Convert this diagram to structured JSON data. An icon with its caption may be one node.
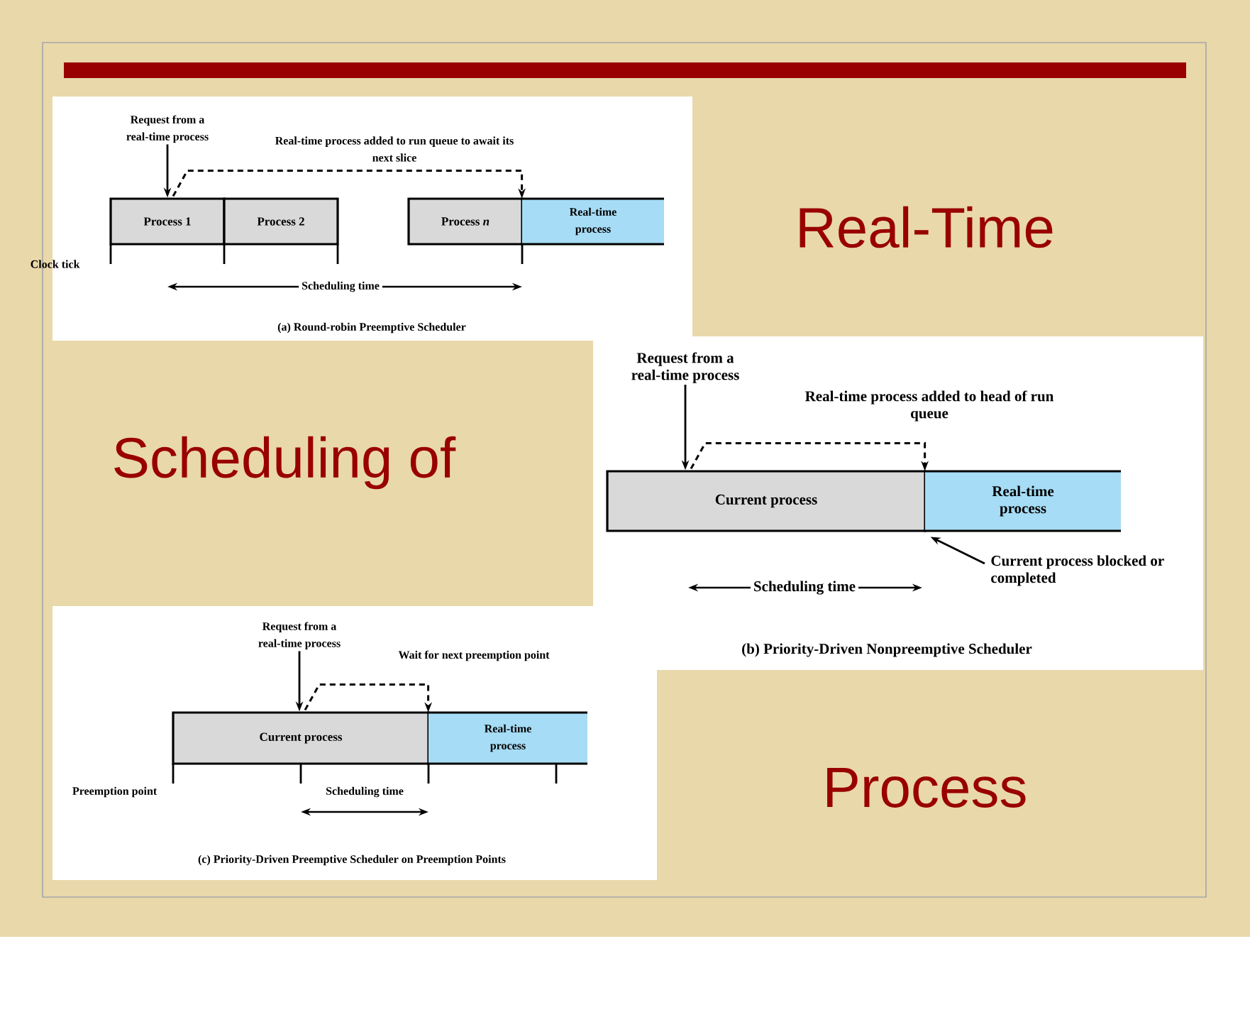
{
  "diagram": {
    "nodes": [
      {
        "text": [
          "(a) Round-robin Preemptive Scheduler"
        ]
      },
      {
        "text": [
          "Request from a real-time process"
        ],
        "in": 0
      },
      {
        "text": [
          "Process 1"
        ],
        "in": 0
      },
      {
        "text": [
          "Process 2"
        ],
        "in": 0
      },
      {
        "text": [
          "Process *n*"
        ],
        "in": 0
      },
      {
        "text": [
          "Real-time process"
        ],
        "in": 0
      },
      {
        "text": [
          "(b) Priority-Driven Nonpreemptive Scheduler"
        ]
      },
      {
        "text": [
          "Request from a real-time process"
        ],
        "in": 6
      },
      {
        "text": [
          "Current process"
        ],
        "in": 6
      },
      {
        "text": [
          "Real-time process"
        ],
        "in": 6
      },
      {
        "text": [
          "Current process blocked or completed"
        ],
        "in": 6
      },
      {
        "text": [
          "(c) Priority-Driven Preemptive Scheduler on Preemption Points"
        ]
      },
      {
        "text": [
          "Request from a real-time process"
        ],
        "in": 11
      },
      {
        "text": [
          "Current process"
        ],
        "in": 11
      },
      {
        "text": [
          "Real-time process"
        ],
        "in": 11
      }
    ],
    "edges": [
      {
        "from": 1,
        "to": 2,
        "arrow": "to"
      },
      {
        "from": 2,
        "to": 5,
        "arrow": "to",
        "style": "dashed",
        "label": "Real-time process added to run queue to await its next slice"
      },
      {
        "from": 7,
        "to": 8,
        "arrow": "to"
      },
      {
        "from": 8,
        "to": 9,
        "arrow": "to",
        "style": "dashed",
        "label": "Real-time process added to head of run queue"
      },
      {
        "from": 10,
        "to": 9,
        "arrow": "to"
      },
      {
        "from": 12,
        "to": 13,
        "arrow": "to"
      },
      {
        "from": 13,
        "to": 14,
        "arrow": "to",
        "style": "dashed",
        "label": "Wait for next preemption point"
      }
    ],
    "labels": [
      "Real-Time",
      "Clock tick",
      "Scheduling time",
      "Scheduling of",
      "Scheduling time",
      "Preemption point",
      "Scheduling time",
      "Process"
    ]
  }
}
